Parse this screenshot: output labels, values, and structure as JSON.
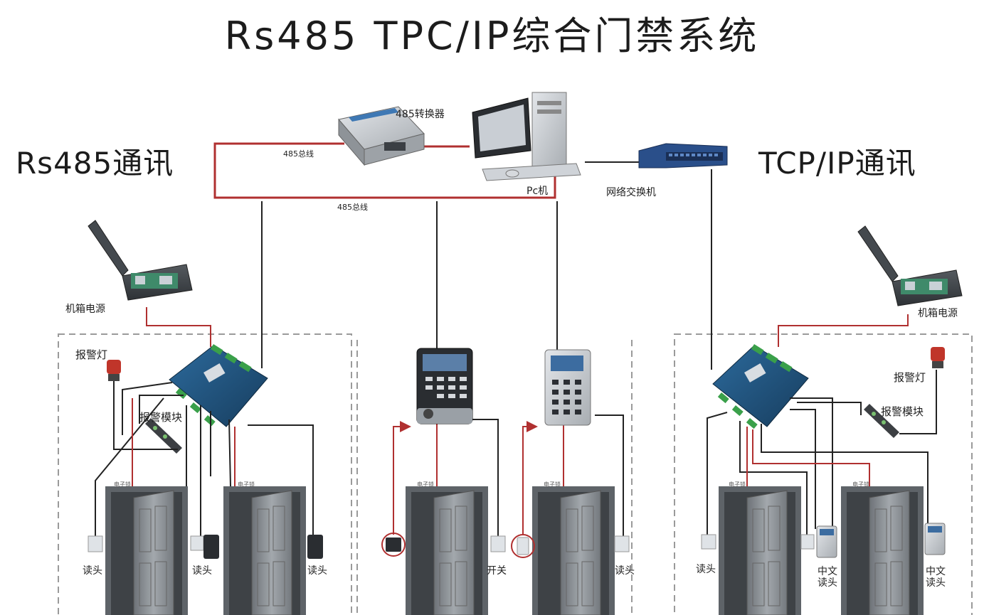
{
  "title": "Rs485  TPC/IP综合门禁系统",
  "left_section": {
    "title": "Rs485通讯",
    "power_box": "机箱电源",
    "alarm_light": "报警灯",
    "alarm_module": "报警模块",
    "reader": "读头",
    "lock": "电子锁"
  },
  "right_section": {
    "title": "TCP/IP通讯",
    "power_box": "机箱电源",
    "alarm_light": "报警灯",
    "alarm_module": "报警模块",
    "reader": "读头",
    "chinese_reader": "中文读头",
    "lock": "电子锁"
  },
  "center": {
    "converter": "485转换器",
    "bus_1": "485总线",
    "bus_2": "485总线",
    "pc": "Pc机",
    "switch": "网络交换机",
    "exit_switch": "开关",
    "reader": "读头",
    "lock": "电子锁"
  },
  "colors": {
    "bus_line": "#b03030",
    "signal_line": "#222222",
    "dashed_border": "#9a9a9a",
    "board": "#1f4f78",
    "door": "#8a8f95"
  }
}
